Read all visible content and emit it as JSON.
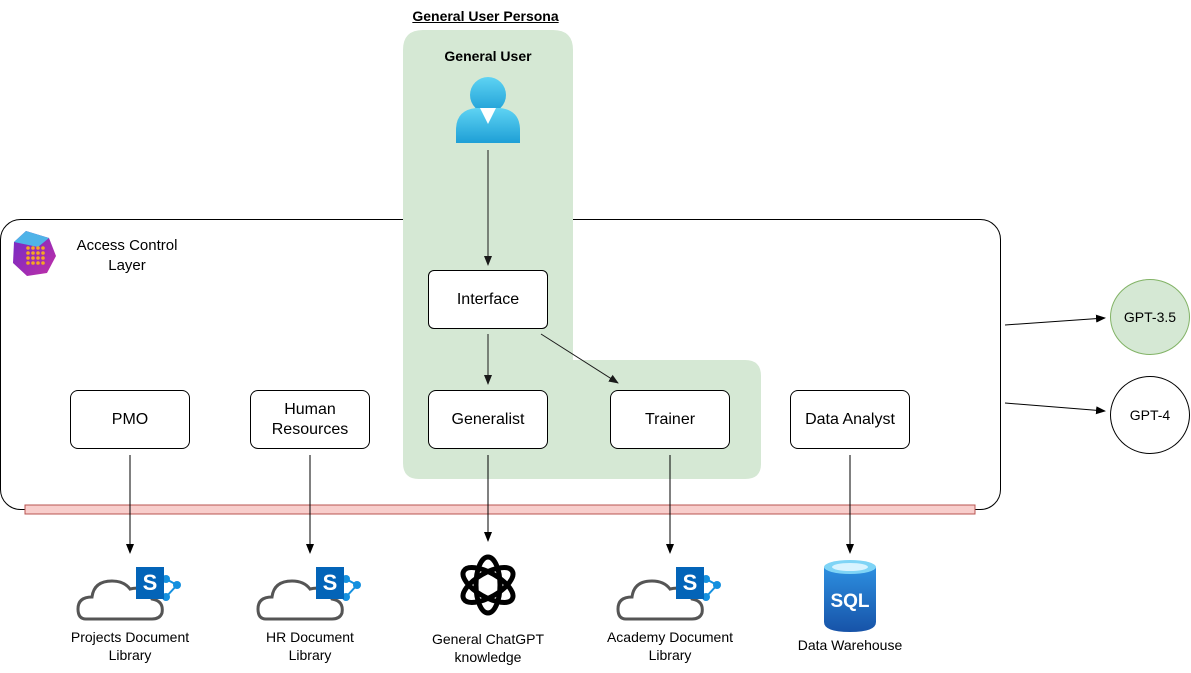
{
  "persona": {
    "title": "General User Persona",
    "user_label": "General User"
  },
  "access_layer": {
    "label_line1": "Access Control",
    "label_line2": "Layer"
  },
  "nodes": {
    "interface": "Interface",
    "generalist": "Generalist",
    "trainer": "Trainer",
    "pmo": "PMO",
    "hr_line1": "Human",
    "hr_line2": "Resources",
    "data_analyst": "Data Analyst"
  },
  "models": {
    "gpt35": "GPT-3.5",
    "gpt4": "GPT-4"
  },
  "sources": {
    "projects_line1": "Projects Document",
    "projects_line2": "Library",
    "hr_lib_line1": "HR Document",
    "hr_lib_line2": "Library",
    "chatgpt_line1": "General ChatGPT",
    "chatgpt_line2": "knowledge",
    "academy_line1": "Academy Document",
    "academy_line2": "Library",
    "warehouse": "Data Warehouse",
    "sql_text": "SQL"
  },
  "colors": {
    "persona_fill": "#d5e8d4",
    "gpt35_fill": "#d5e8d4",
    "gpt35_stroke": "#82b366",
    "bar_fill": "#f8cecc",
    "bar_stroke": "#b85450",
    "sharepoint_blue": "#0364b8",
    "sharepoint_teal": "#1490df",
    "sql_blue": "#1f6fc5"
  },
  "icons": {
    "user": "user-icon",
    "access": "access-control-icon",
    "sharepoint": "sharepoint-cloud-icon",
    "openai": "openai-icon",
    "sql": "sql-database-icon"
  }
}
